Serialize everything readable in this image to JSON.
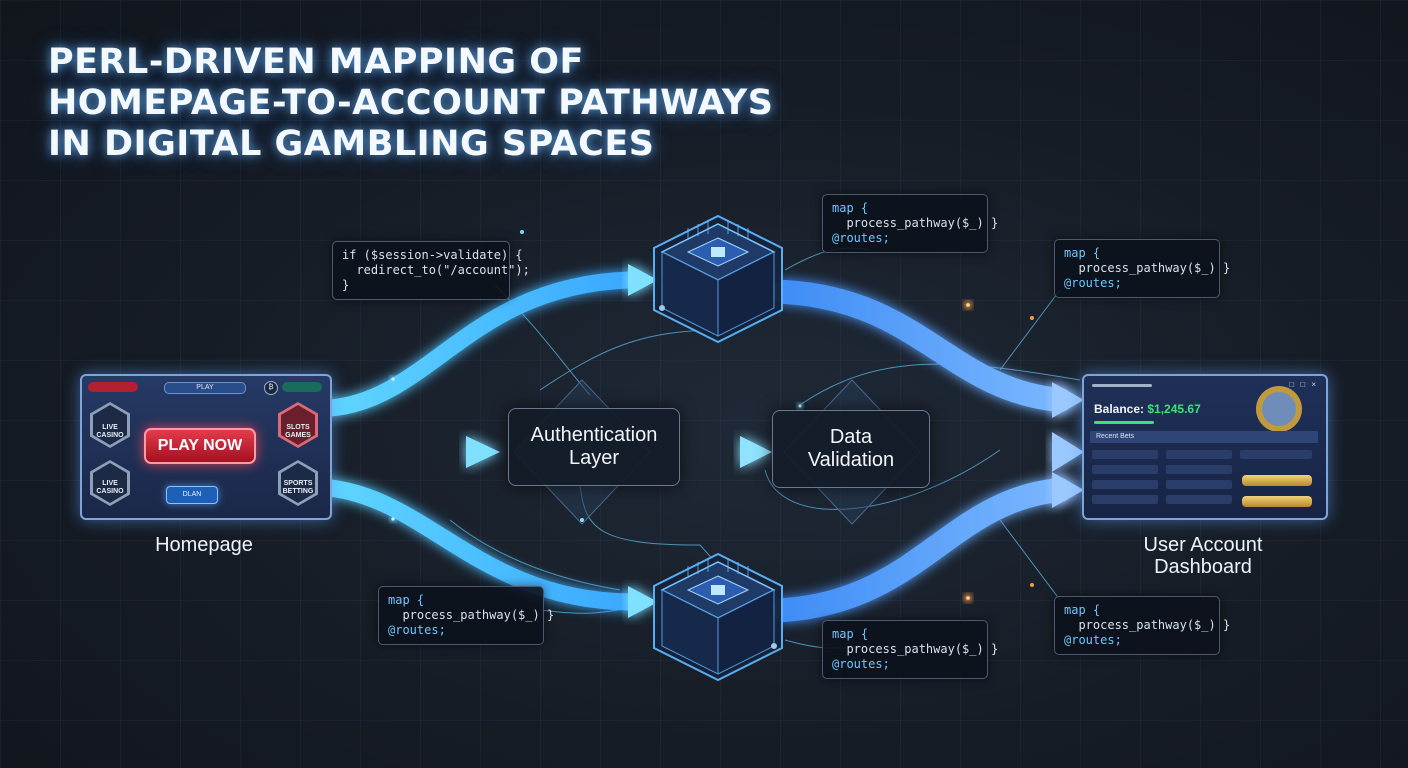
{
  "title": {
    "line1": "PERL-DRIVEN MAPPING OF",
    "line2": "HOMEPAGE-TO-ACCOUNT PATHWAYS",
    "line3": "IN DIGITAL GAMBLING SPACES"
  },
  "nodes": {
    "homepage": "Homepage",
    "auth_line1": "Authentication",
    "auth_line2": "Layer",
    "data_line1": "Data",
    "data_line2": "Validation",
    "dashboard_line1": "User Account",
    "dashboard_line2": "Dashboard"
  },
  "code": {
    "session": {
      "line1": "if ($session->validate) {",
      "line2": "  redirect_to(\"/account\");",
      "line3": "}"
    },
    "map": {
      "line1": "map {",
      "line2": "  process_pathway($_) }",
      "line3": "@routes;"
    }
  },
  "homepage_ui": {
    "play_button": "PLAY NOW",
    "secondary_button": "DLAN",
    "tile_top_left": "LIVE CASINO",
    "tile_top_right": "SLOTS GAMES",
    "tile_bottom_left": "LIVE CASINO",
    "tile_bottom_right": "SPORTS BETTING",
    "nav_center": "PLAY",
    "nav_currency": "₿"
  },
  "dashboard_ui": {
    "balance_label": "Balance:",
    "balance_value": "$1,245.67",
    "section_title": "Recent Bets",
    "window_icons": "□ □ ×"
  },
  "colors": {
    "accent_blue": "#49c6ff",
    "glow_blue": "#3a8dff",
    "balance_green": "#3fe07b",
    "play_red": "#d8283a",
    "orange_spark": "#ff9a3c"
  }
}
